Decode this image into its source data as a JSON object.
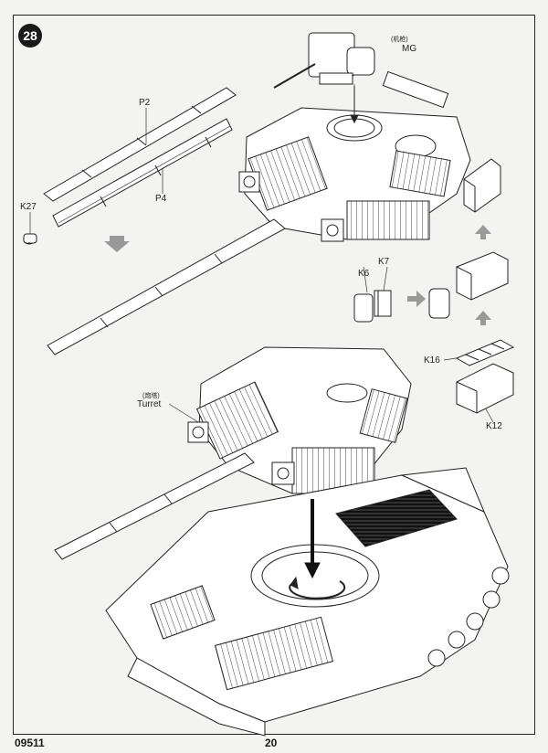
{
  "step": "28",
  "footer": {
    "code": "09511",
    "page": "20"
  },
  "labels": {
    "mg_cn": "(机枪)",
    "mg_en": "MG",
    "p2": "P2",
    "p4": "P4",
    "k27": "K27",
    "k6": "K6",
    "k7": "K7",
    "k16": "K16",
    "k12": "K12",
    "turret_cn": "(炮塔)",
    "turret_en": "Turret"
  }
}
